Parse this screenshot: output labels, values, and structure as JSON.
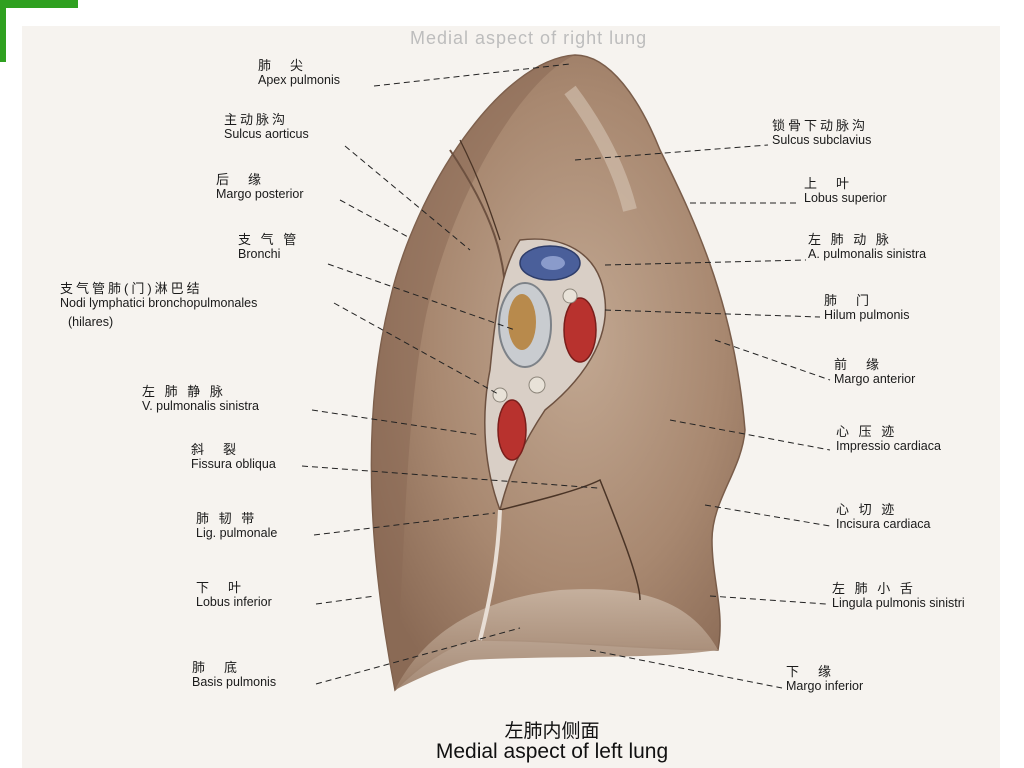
{
  "faded_title": "Medial aspect of right lung",
  "caption": {
    "zh": "左肺内侧面",
    "en": "Medial aspect of left lung"
  },
  "labels": {
    "apex": {
      "zh": "肺　尖",
      "la": "Apex pulmonis"
    },
    "sulcus_aorticus": {
      "zh": "主动脉沟",
      "la": "Sulcus aorticus"
    },
    "margo_posterior": {
      "zh": "后　缘",
      "la": "Margo posterior"
    },
    "bronchi": {
      "zh": "支 气 管",
      "la": "Bronchi"
    },
    "nodi": {
      "zh": "支气管肺(门)淋巴结",
      "la": "Nodi lymphatici bronchopulmonales",
      "la2": "(hilares)"
    },
    "v_pulm": {
      "zh": "左 肺 静 脉",
      "la": "V. pulmonalis sinistra"
    },
    "fissura": {
      "zh": "斜　裂",
      "la": "Fissura obliqua"
    },
    "lig": {
      "zh": "肺 韧 带",
      "la": "Lig. pulmonale"
    },
    "lobus_inf": {
      "zh": "下　叶",
      "la": "Lobus inferior"
    },
    "basis": {
      "zh": "肺　底",
      "la": "Basis pulmonis"
    },
    "sulcus_subcl": {
      "zh": "锁骨下动脉沟",
      "la": "Sulcus subclavius"
    },
    "lobus_sup": {
      "zh": "上　叶",
      "la": "Lobus superior"
    },
    "a_pulm": {
      "zh": "左 肺 动 脉",
      "la": "A. pulmonalis sinistra"
    },
    "hilum": {
      "zh": "肺　门",
      "la": "Hilum pulmonis"
    },
    "margo_ant": {
      "zh": "前　缘",
      "la": "Margo anterior"
    },
    "impressio": {
      "zh": "心 压 迹",
      "la": "Impressio cardiaca"
    },
    "incisura": {
      "zh": "心 切 迹",
      "la": "Incisura cardiaca"
    },
    "lingula": {
      "zh": "左 肺 小 舌",
      "la": "Lingula pulmonis sinistri"
    },
    "margo_inf": {
      "zh": "下　缘",
      "la": "Margo inferior"
    }
  },
  "colors": {
    "lung": "#a88870",
    "artery": "#4a5f9a",
    "vein": "#b8322e",
    "bronchus": "#c9ccd0",
    "corner_accent": "#2fa020"
  }
}
